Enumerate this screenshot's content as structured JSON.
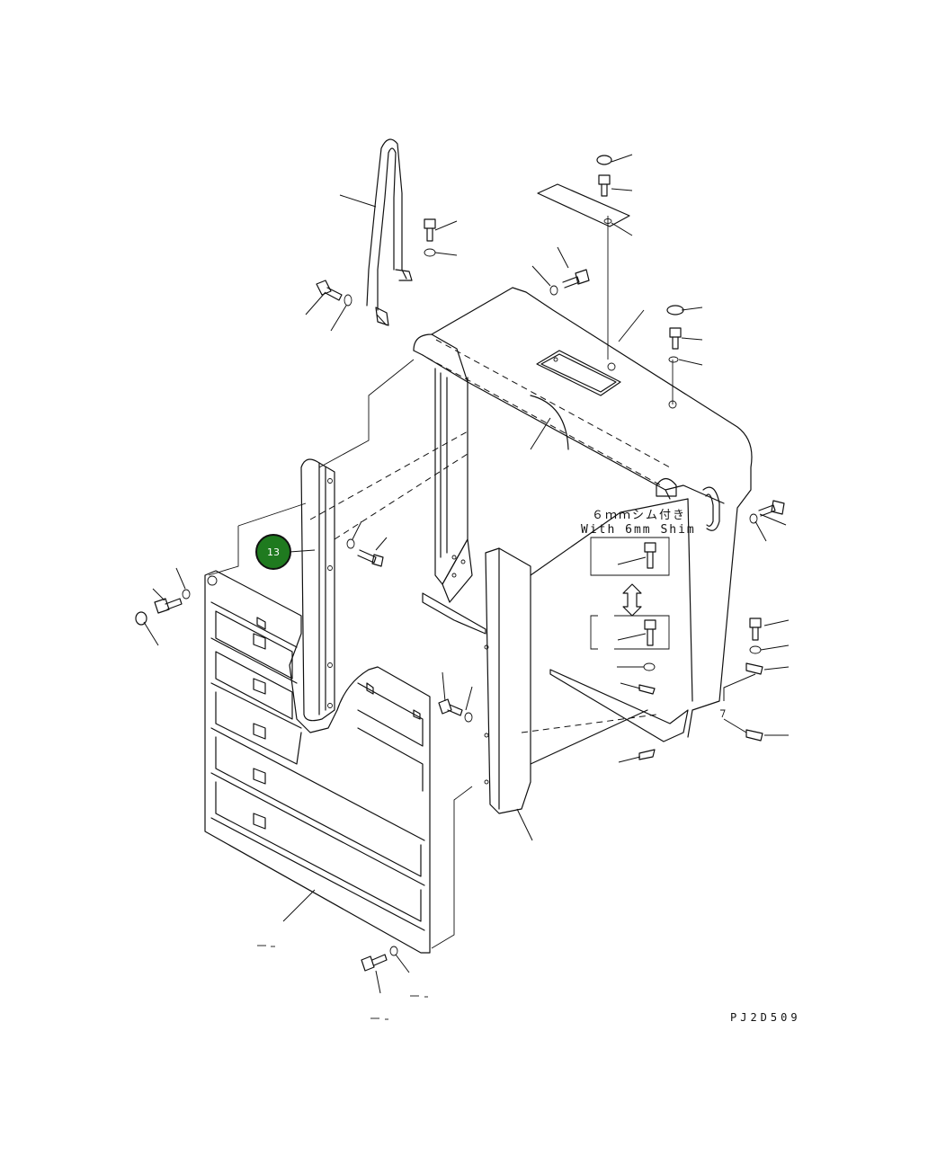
{
  "diagram": {
    "shim_note_line1": "６ｍｍシム付き",
    "shim_note_line2": "With 6mm Shim",
    "drawing_code": "PJ2D509",
    "callout_badge": "13",
    "badge_color": "#1f7a1f"
  }
}
